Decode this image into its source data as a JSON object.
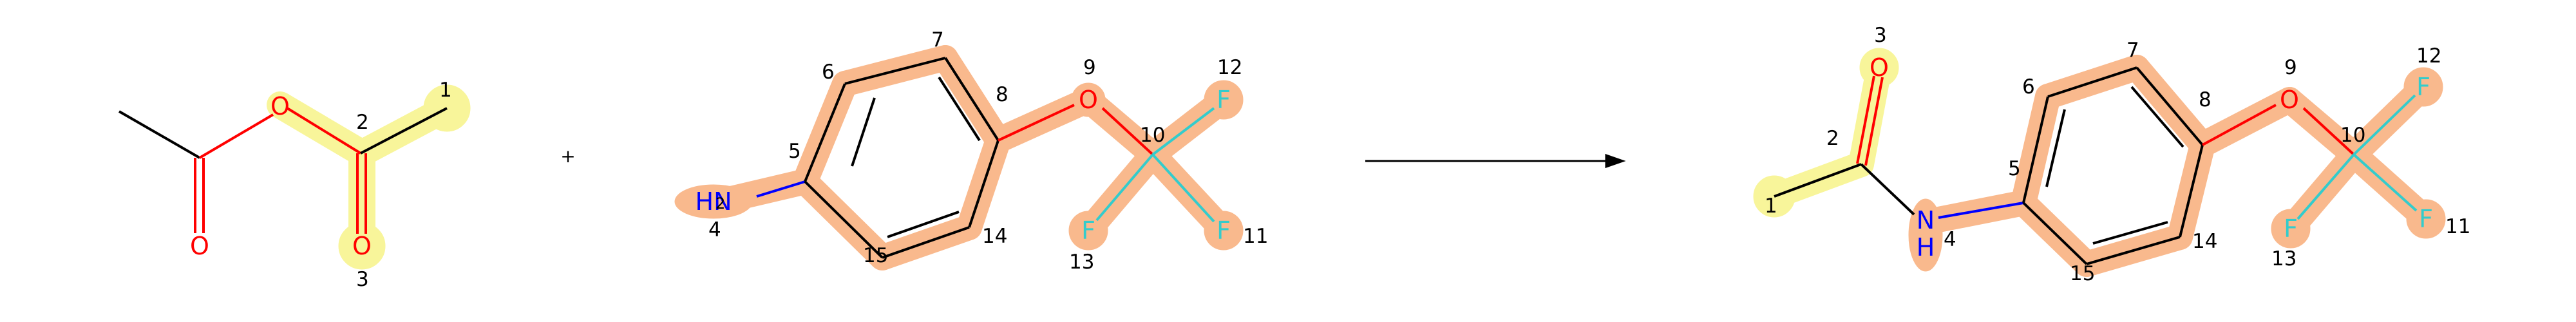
{
  "colors": {
    "bond": "#000000",
    "oxygen": "#ff0000",
    "nitrogen": "#0000ff",
    "fluorine": "#33cccc",
    "highlight_orange": "#f9b98d",
    "highlight_yellow": "#f8f59a"
  },
  "plus_sign": "+",
  "reaction_arrow": "arrow-right-icon",
  "reactant1": {
    "atoms": [
      {
        "label": "O",
        "element": "O"
      },
      {
        "label": "O",
        "element": "O"
      }
    ],
    "atom_numbers": [
      "1",
      "2",
      "3"
    ]
  },
  "reactant2": {
    "atoms": [
      {
        "label": "HN",
        "element": "N"
      },
      {
        "label": "O",
        "element": "O"
      },
      {
        "label": "F",
        "element": "F"
      },
      {
        "label": "F",
        "element": "F"
      },
      {
        "label": "F",
        "element": "F"
      }
    ],
    "superscript": "2",
    "atom_numbers": [
      "4",
      "5",
      "6",
      "7",
      "8",
      "9",
      "10",
      "11",
      "12",
      "13",
      "14",
      "15"
    ]
  },
  "product": {
    "atoms": [
      {
        "label": "O",
        "element": "O"
      },
      {
        "label": "N",
        "element": "N"
      },
      {
        "label": "H",
        "element": "N"
      },
      {
        "label": "O",
        "element": "O"
      },
      {
        "label": "F",
        "element": "F"
      },
      {
        "label": "F",
        "element": "F"
      },
      {
        "label": "F",
        "element": "F"
      }
    ],
    "atom_numbers": [
      "1",
      "2",
      "3",
      "4",
      "5",
      "6",
      "7",
      "8",
      "9",
      "10",
      "11",
      "12",
      "13",
      "14",
      "15"
    ]
  }
}
